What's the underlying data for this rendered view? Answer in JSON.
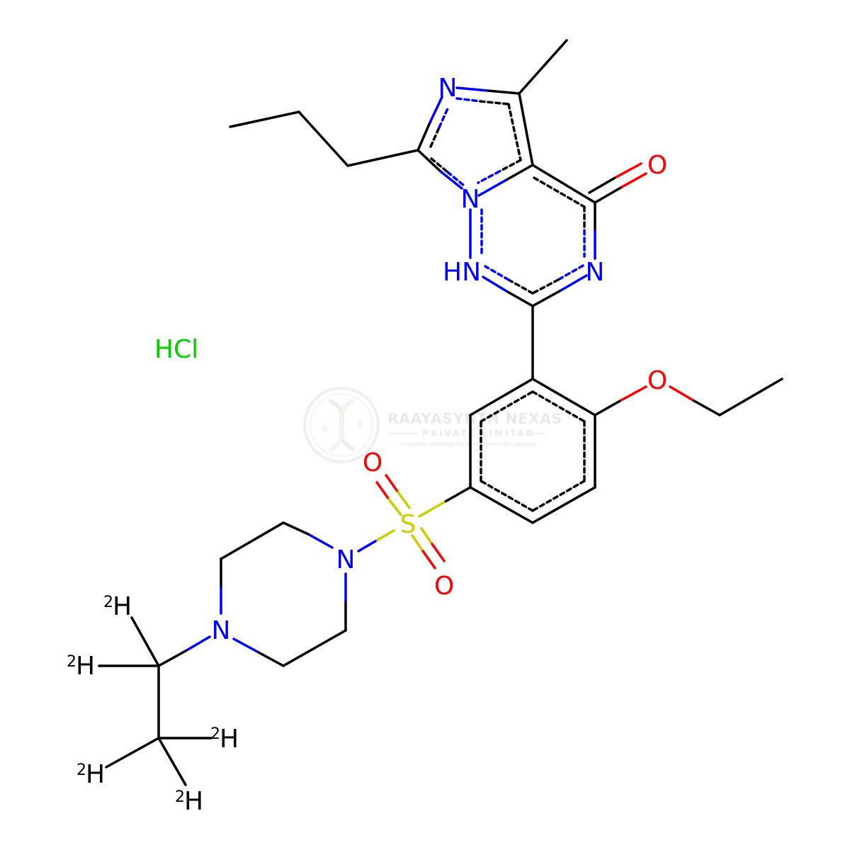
{
  "colors": {
    "carbon": "#000000",
    "nitrogen": "#0000FF",
    "oxygen": "#FF0000",
    "sulfur": "#CCCC00",
    "chlorine": "#00CC00",
    "watermark": "#dcdcdc"
  },
  "atoms": {
    "n_imid_top": "N",
    "o_carbonyl": "O",
    "n_bridge": "N",
    "nh": "HN",
    "n_pyr": "N",
    "hcl": "HCl",
    "o_ether": "O",
    "o_sulfonyl_top": "O",
    "s_sulfonyl": "S",
    "o_sulfonyl_bottom": "O",
    "n_pip_right": "N",
    "n_pip_left": "N",
    "d1": {
      "sup": "2",
      "el": "H"
    },
    "d2": {
      "sup": "2",
      "el": "H"
    },
    "d3": {
      "sup": "2",
      "el": "H"
    },
    "d4": {
      "sup": "2",
      "el": "H"
    },
    "d5": {
      "sup": "2",
      "el": "H"
    }
  },
  "watermark": {
    "company": "RAAYASYNTH NEXAS",
    "subtitle": "PRIVATE LIMITED",
    "tagline": "Complete solutions for every molecule's journey",
    "logo_icon": "dna-helix-icon"
  }
}
